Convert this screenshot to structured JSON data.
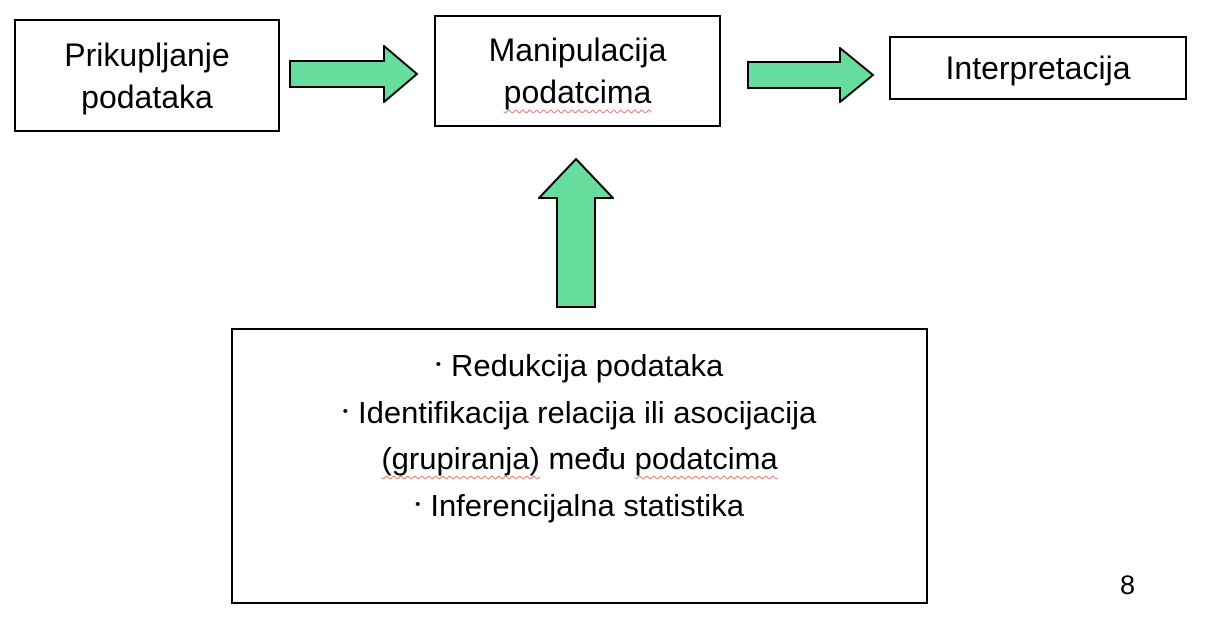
{
  "colors": {
    "background": "#FFFFFF",
    "box_border": "#000000",
    "arrow_fill": "#66DD9C",
    "arrow_stroke": "#000000",
    "spellcheck_squiggle": "#E0746A",
    "text": "#000000"
  },
  "flow": {
    "box1": {
      "line1": "Prikupljanje",
      "line2": "podataka"
    },
    "box2": {
      "line1": "Manipulacija",
      "line2": "podatcima"
    },
    "box3": {
      "label": "Interpretacija"
    }
  },
  "bottom_box": {
    "items": [
      {
        "bullet": "•",
        "text": "Redukcija podataka"
      },
      {
        "bullet": "•",
        "text": "Identifikacija relacija ili asocijacija"
      },
      {
        "continuation": true,
        "parts": [
          {
            "text": "(grupiranja)",
            "misspelled": true
          },
          {
            "text": " među ",
            "misspelled": false
          },
          {
            "text": "podatcima",
            "misspelled": true
          }
        ]
      },
      {
        "bullet": "•",
        "text": "Inferencijalna statistika"
      }
    ]
  },
  "icons": {
    "arrow_right_1": "right-arrow",
    "arrow_right_2": "right-arrow",
    "arrow_up": "up-arrow"
  },
  "page": {
    "number": "8"
  }
}
